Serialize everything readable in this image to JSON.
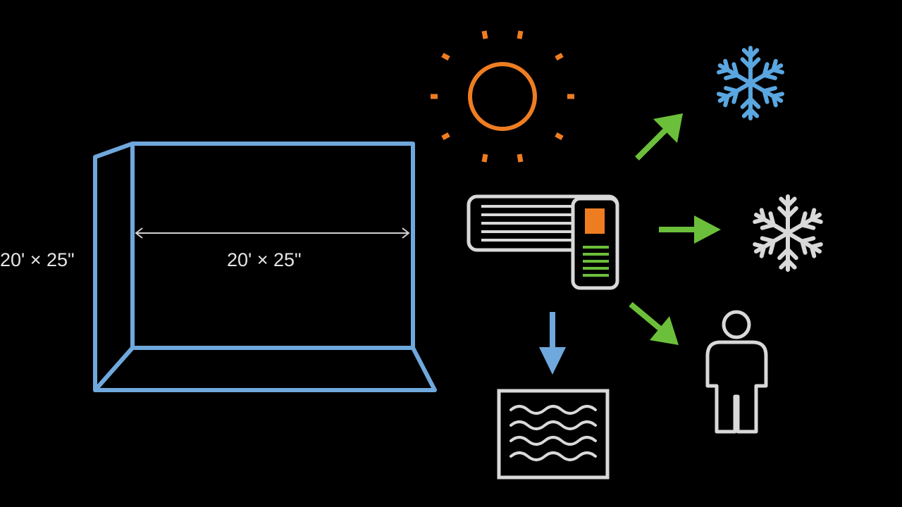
{
  "room": {
    "side_label": "20' × 25\"",
    "width_label": "20' × 25\""
  },
  "colors": {
    "background": "#000000",
    "room_outline": "#6fa8dc",
    "sun": "#ee7d22",
    "arrow_green": "#6cbf3a",
    "arrow_blue": "#6fa8dc",
    "snowflake_blue": "#5aa6e0",
    "snowflake_gray": "#d9d9d9",
    "icon_gray": "#d9d9d9",
    "ac_orange": "#ee7d22",
    "ac_green": "#6cbf3a"
  },
  "icons": [
    "room-outline",
    "sun-icon",
    "air-conditioner-icon",
    "snowflake-icon",
    "person-icon",
    "radiator-icon",
    "arrow-icon"
  ]
}
